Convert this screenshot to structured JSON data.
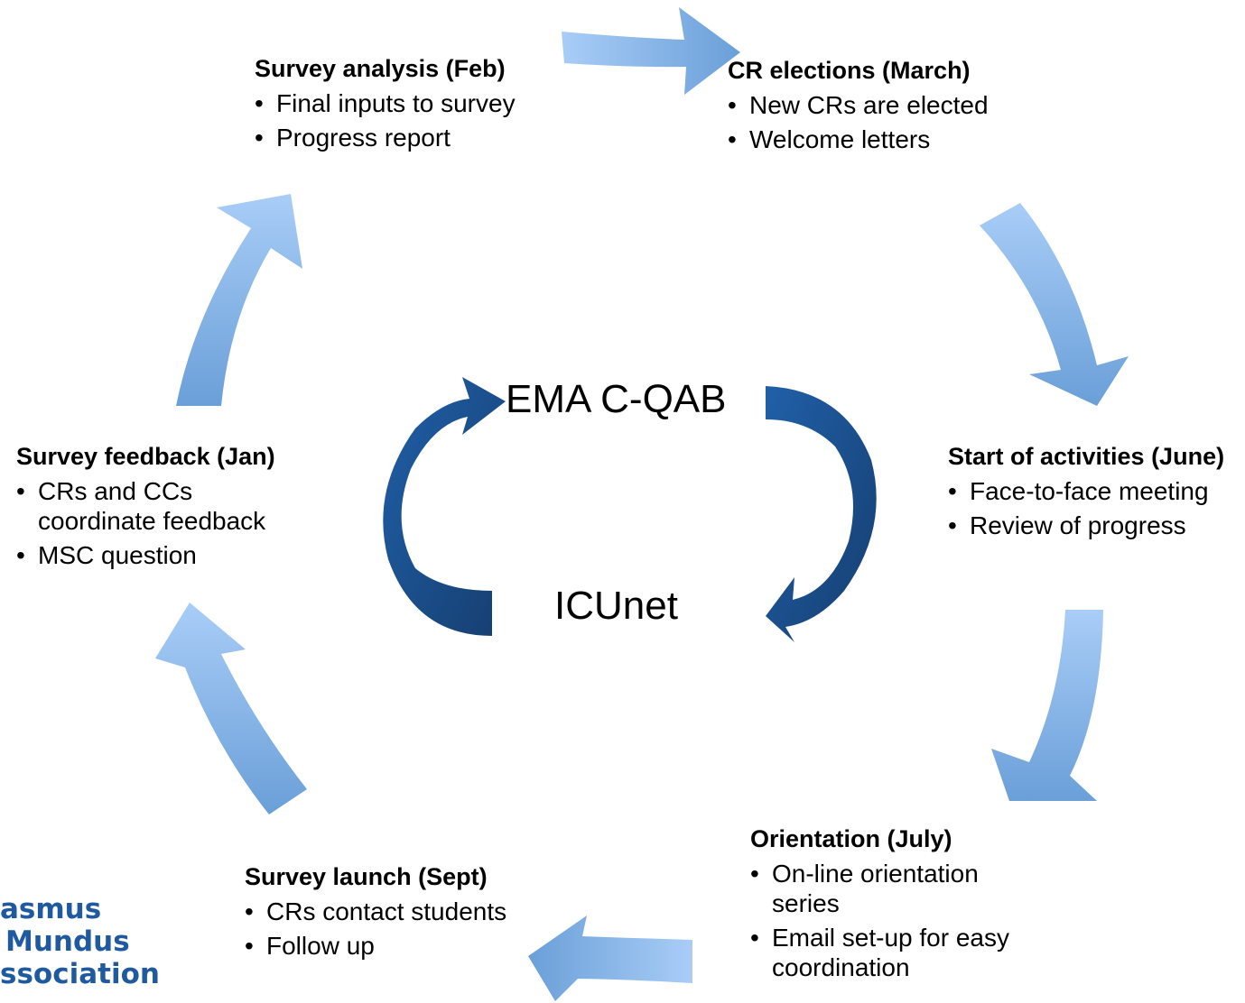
{
  "center": {
    "top_label": "EMA C-QAB",
    "bottom_label": "ICUnet"
  },
  "steps": [
    {
      "id": "survey-analysis",
      "title": "Survey analysis (Feb)",
      "bullets": [
        "Final inputs to survey",
        "Progress report"
      ]
    },
    {
      "id": "cr-elections",
      "title": "CR elections (March)",
      "bullets": [
        "New CRs are elected",
        "Welcome letters"
      ]
    },
    {
      "id": "start-activities",
      "title": "Start of activities (June)",
      "bullets": [
        "Face-to-face meeting",
        "Review of progress"
      ]
    },
    {
      "id": "orientation",
      "title": "Orientation (July)",
      "bullets": [
        "On-line orientation series",
        "Email set-up for easy coordination"
      ]
    },
    {
      "id": "survey-launch",
      "title": "Survey launch (Sept)",
      "bullets": [
        "CRs contact students",
        "Follow up"
      ]
    },
    {
      "id": "survey-feedback",
      "title": "Survey feedback (Jan)",
      "bullets": [
        "CRs and CCs coordinate feedback",
        "MSC question"
      ]
    }
  ],
  "logo": {
    "line1": "asmus",
    "line2": "Mundus",
    "line3": "ssociation"
  },
  "colors": {
    "outer_arrow_light": "#a9cdf7",
    "outer_arrow_dark": "#6a9fd8",
    "inner_arrow": "#1f5597",
    "inner_arrow_dark": "#163e70"
  }
}
